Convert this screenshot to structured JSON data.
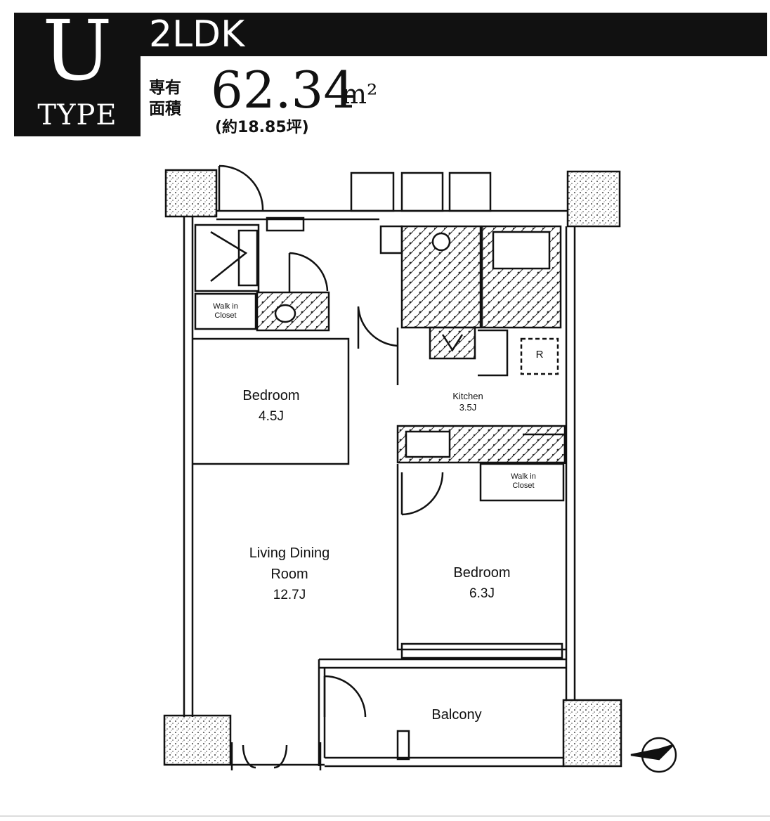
{
  "header": {
    "type_letter": "U",
    "type_word": "TYPE",
    "layout": "2LDK",
    "area_label": "専有面積",
    "area_value": "62.34",
    "area_unit": "m²",
    "area_tsubo": "(約18.85坪)"
  },
  "rooms": {
    "bedroom1": {
      "label": "Bedroom",
      "size": "4.5J"
    },
    "living": {
      "label_line1": "Living Dining",
      "label_line2": "Room",
      "size": "12.7J"
    },
    "bedroom2": {
      "label": "Bedroom",
      "size": "6.3J"
    },
    "kitchen": {
      "label": "Kitchen",
      "size": "3.5J"
    },
    "balcony": {
      "label": "Balcony"
    },
    "wic1": {
      "line1": "Walk in",
      "line2": "Closet"
    },
    "wic2": {
      "line1": "Walk in",
      "line2": "Closet"
    },
    "fridge": "R"
  },
  "colors": {
    "ink": "#111111",
    "background": "#ffffff",
    "header": "#111111"
  }
}
